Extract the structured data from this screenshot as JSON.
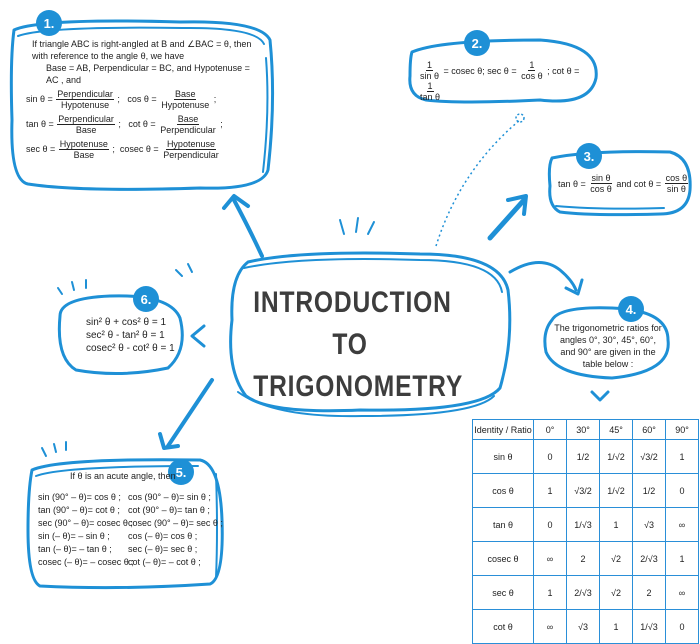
{
  "colors": {
    "accent": "#1e90d6",
    "text": "#222222"
  },
  "central": {
    "line1": "INTRODUCTION TO",
    "line2": "TRIGONOMETRY"
  },
  "box1": {
    "num": "1.",
    "intro": "If triangle ABC is right-angled at B and ∠BAC = θ, then with reference to the angle θ, we have",
    "sides": "Base = AB, Perpendicular = BC, and Hypotenuse = AC , and",
    "sin": "sin θ =",
    "cos": "cos θ =",
    "tan": "tan θ =",
    "cot": "cot θ =",
    "sec": "sec θ =",
    "cosec": "cosec θ =",
    "perp": "Perpendicular",
    "hyp": "Hypotenuse",
    "base": "Base",
    "sep": ";"
  },
  "box2": {
    "num": "2.",
    "eq1": "= cosec θ; sec θ =",
    "eq2": "; cot θ =",
    "one": "1",
    "sin": "sin θ",
    "cos": "cos θ",
    "tan": "tan θ"
  },
  "box3": {
    "num": "3.",
    "tan": "tan θ =",
    "and": "and cot θ =",
    "sin": "sin θ",
    "cos": "cos θ"
  },
  "box4": {
    "num": "4.",
    "text": "The trigonometric ratios for angles 0°, 30°, 45°, 60°, and 90° are given in the table below :"
  },
  "box5": {
    "num": "5.",
    "head": "If θ is an acute angle, then",
    "left": [
      "sin (90° – θ)= cos θ ;",
      "tan (90° – θ)= cot θ ;",
      "sec (90° – θ)= cosec θ ;",
      "sin (– θ)= – sin θ ;",
      "tan (– θ)= – tan θ ;",
      "cosec (– θ)= – cosec θ ;"
    ],
    "right": [
      "cos (90° – θ)= sin θ ;",
      "cot (90° – θ)= tan θ ;",
      "cosec (90° – θ)= sec θ ;",
      "cos (– θ)= cos θ ;",
      "sec (– θ)= sec θ ;",
      "cot (– θ)= – cot θ ;"
    ]
  },
  "box6": {
    "num": "6.",
    "lines": [
      "sin² θ + cos² θ = 1",
      "sec² θ - tan² θ = 1",
      "cosec² θ - cot² θ = 1"
    ]
  },
  "table": {
    "headers": [
      "Identity / Ratio",
      "0°",
      "30°",
      "45°",
      "60°",
      "90°"
    ],
    "rows": [
      {
        "label": "sin θ",
        "cells": [
          "0",
          "1/2",
          "1/√2",
          "√3/2",
          "1"
        ]
      },
      {
        "label": "cos θ",
        "cells": [
          "1",
          "√3/2",
          "1/√2",
          "1/2",
          "0"
        ]
      },
      {
        "label": "tan θ",
        "cells": [
          "0",
          "1/√3",
          "1",
          "√3",
          "∞"
        ]
      },
      {
        "label": "cosec θ",
        "cells": [
          "∞",
          "2",
          "√2",
          "2/√3",
          "1"
        ]
      },
      {
        "label": "sec θ",
        "cells": [
          "1",
          "2/√3",
          "√2",
          "2",
          "∞"
        ]
      },
      {
        "label": "cot θ",
        "cells": [
          "∞",
          "√3",
          "1",
          "1/√3",
          "0"
        ]
      }
    ]
  }
}
